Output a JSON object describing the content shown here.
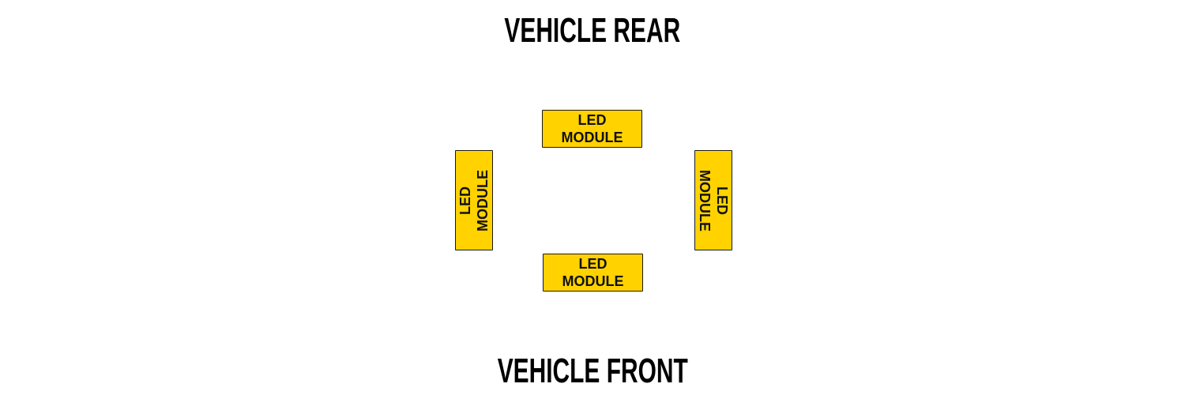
{
  "colors": {
    "background": "#ffffff",
    "module_fill": "#ffd200",
    "module_border": "#1a1a1a",
    "text": "#000000"
  },
  "headings": {
    "rear": "VEHICLE REAR",
    "front": "VEHICLE FRONT"
  },
  "modules": [
    {
      "position": "rear",
      "line1": "LED",
      "line2": "MODULE"
    },
    {
      "position": "front",
      "line1": "LED",
      "line2": "MODULE"
    },
    {
      "position": "left",
      "line1": "LED",
      "line2": "MODULE"
    },
    {
      "position": "right",
      "line1": "LED",
      "line2": "MODULE"
    }
  ]
}
